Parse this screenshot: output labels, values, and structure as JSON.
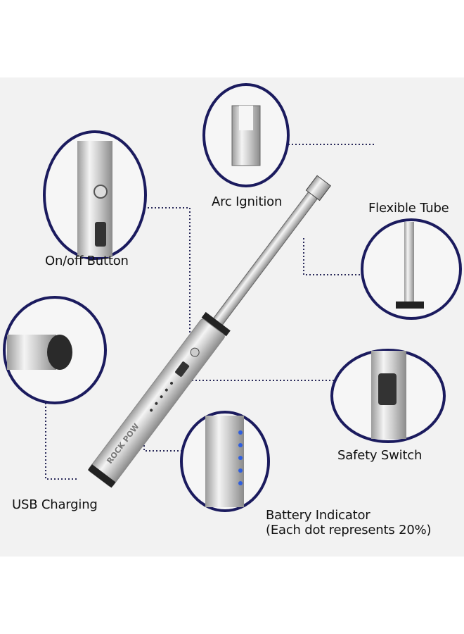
{
  "labels": {
    "arc_ignition": "Arc Ignition",
    "flexible_tube": "Flexible Tube",
    "on_off_button": "On/off Button",
    "usb_charging": "USB Charging",
    "safety_switch": "Safety Switch",
    "battery_indicator": "Battery Indicator",
    "battery_note": "(Each dot represents 20%)"
  },
  "brand": "ROCK POW",
  "colors": {
    "circle": "#1b1b5e",
    "dot_line": "#2a2a5a",
    "battery_dot": "#2f5fe0",
    "background": "#f2f2f2"
  }
}
